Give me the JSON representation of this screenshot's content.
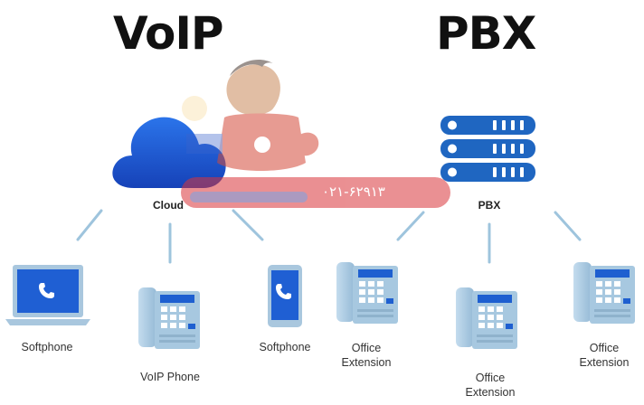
{
  "titles": {
    "voip": "VoIP",
    "pbx": "PBX"
  },
  "hubs": {
    "cloud": "Cloud",
    "pbx": "PBX"
  },
  "devices": {
    "softphone_laptop": "Softphone",
    "voip_phone": "VoIP Phone",
    "softphone_mobile": "Softphone",
    "office_ext_1": "Office\nExtension",
    "office_ext_2": "Office\nExtension",
    "office_ext_3": "Office\nExtension"
  },
  "watermark": {
    "phone": "۰۲۱-۶۲۹۱۳"
  },
  "colors": {
    "accent_blue": "#1a56db",
    "line": "#9ec4dd",
    "server": "#1f66c1",
    "phone_body": "#a7c8e0",
    "phone_screen": "#1e5fd0"
  }
}
